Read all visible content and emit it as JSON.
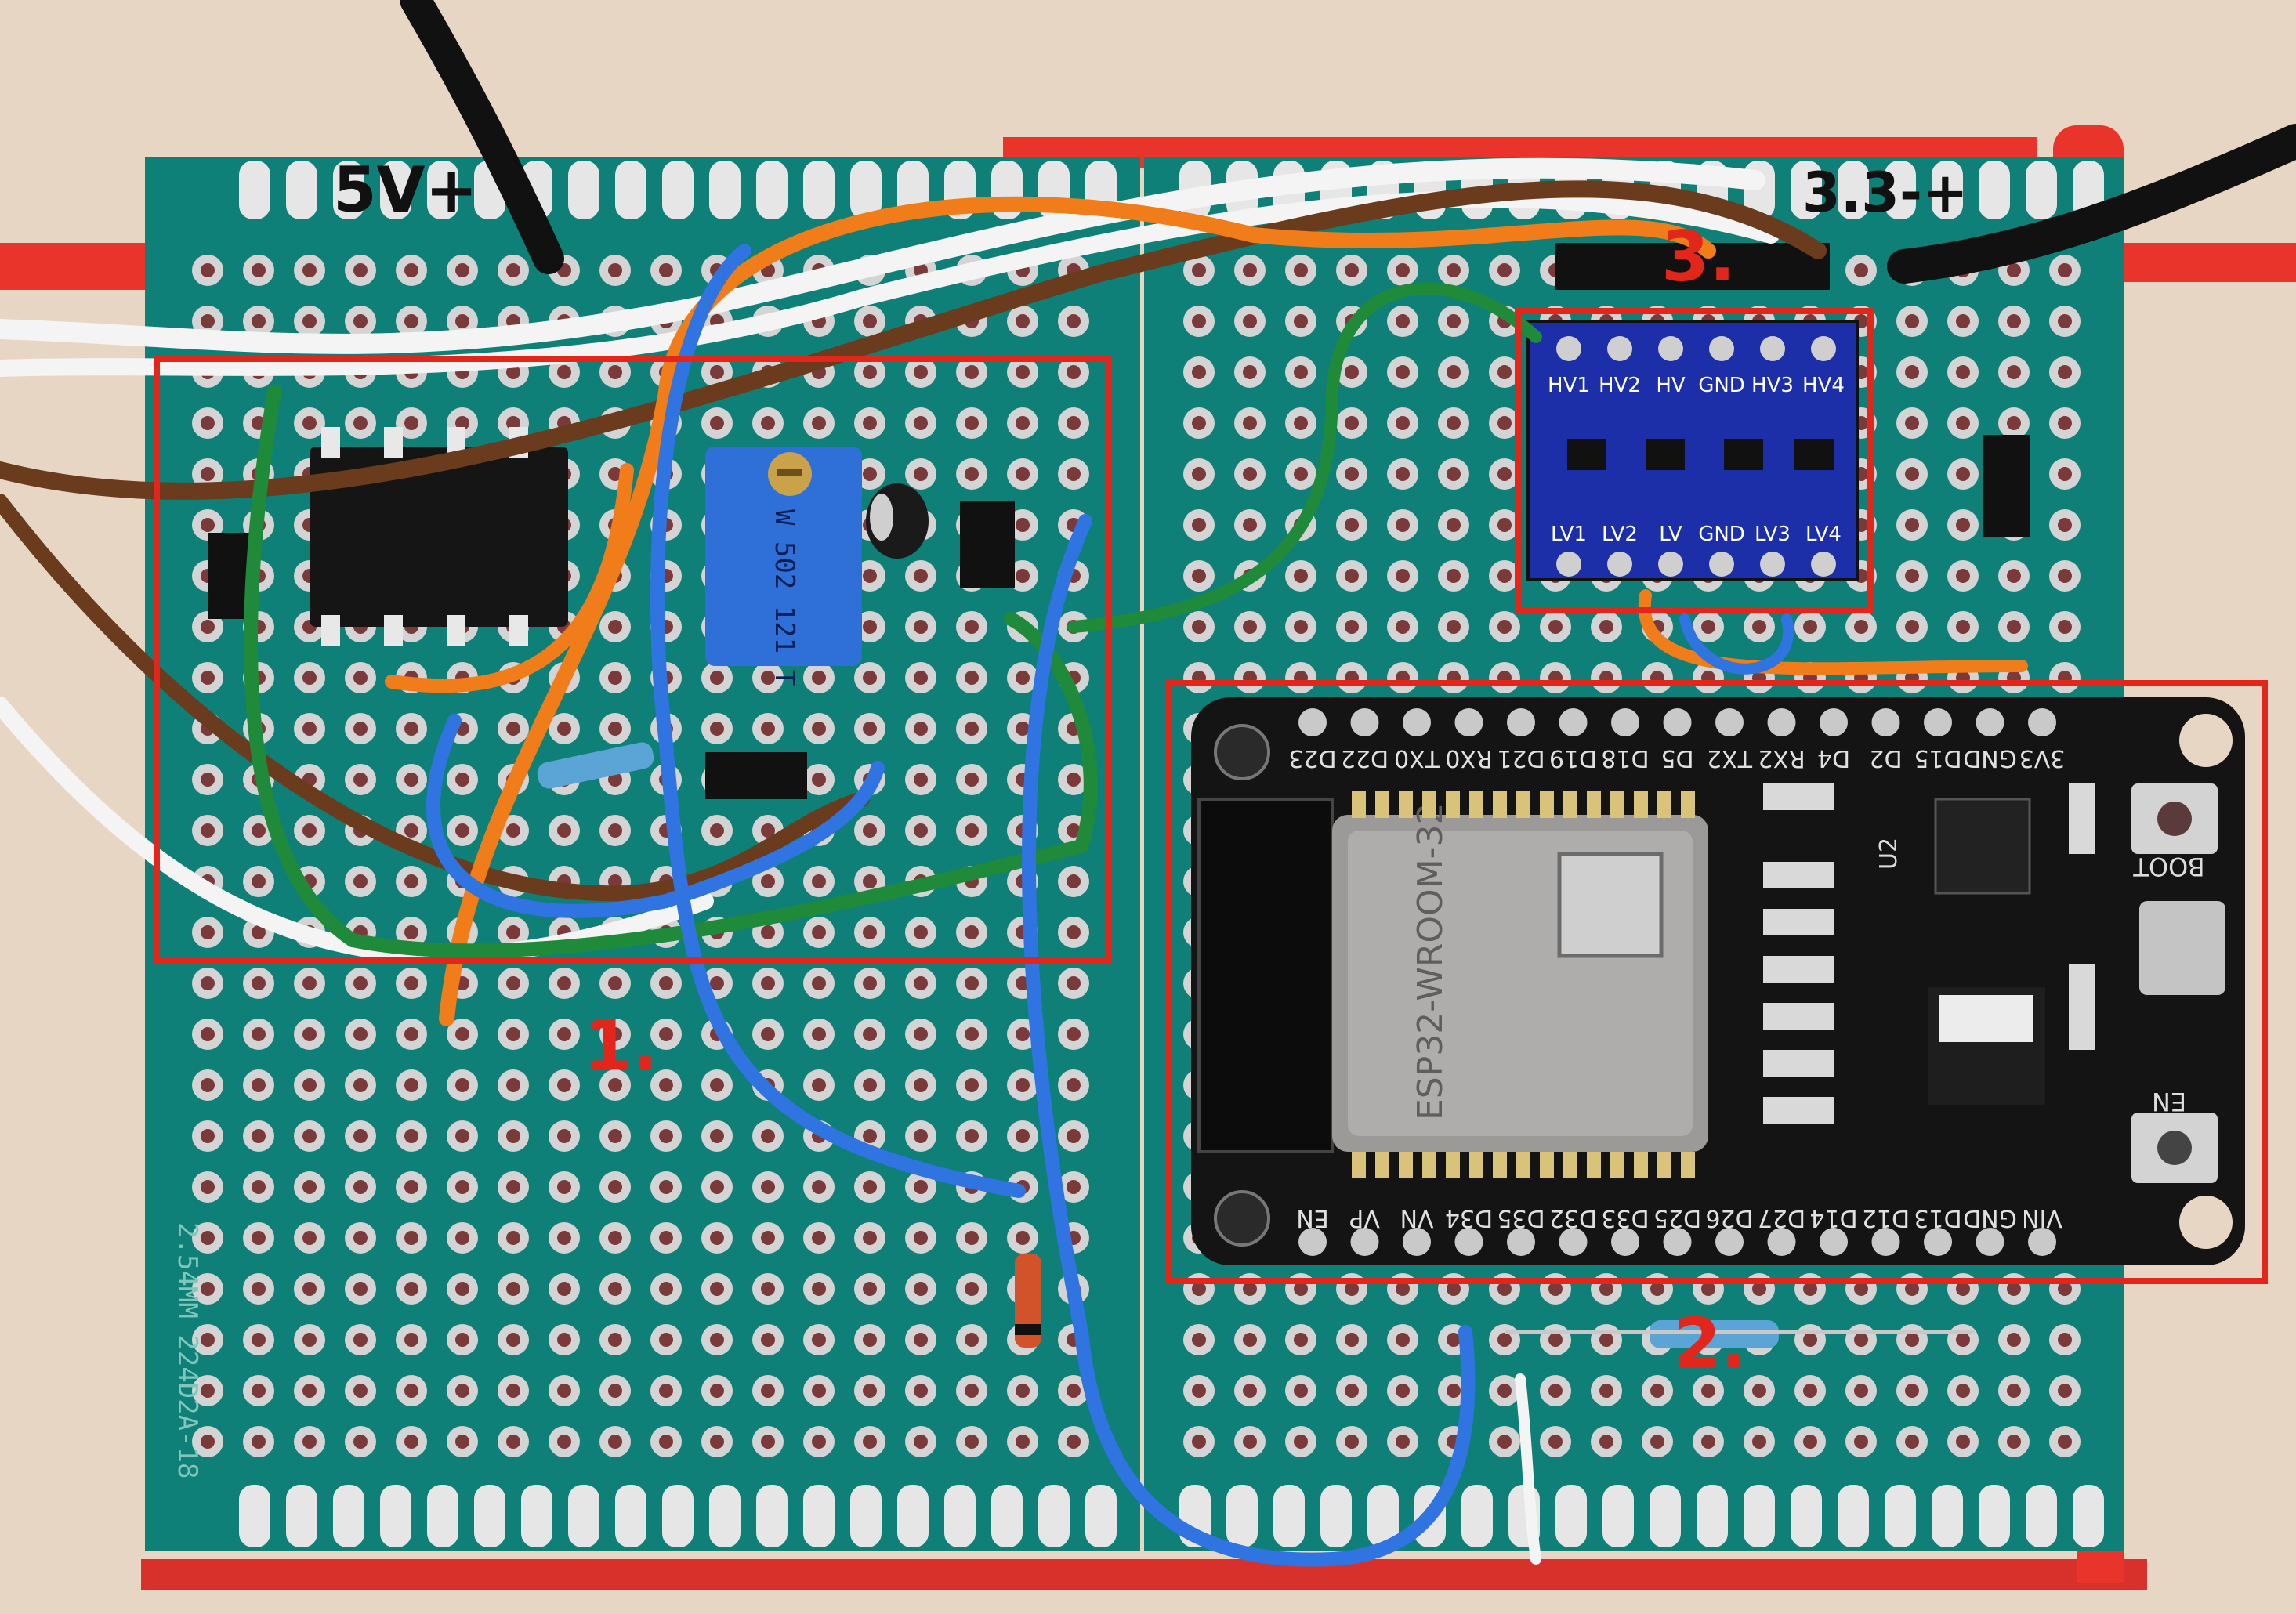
{
  "board": {
    "power_left_label": "5V+",
    "power_right_label": "3.3-+",
    "side_marking": "2.54MM 224D2A-18"
  },
  "trimmer": {
    "marking": "W 502 121 T"
  },
  "shifter": {
    "top_pins": [
      "HV1",
      "HV2",
      "HV",
      "GND",
      "HV3",
      "HV4"
    ],
    "bottom_pins": [
      "LV1",
      "LV2",
      "LV",
      "GND",
      "LV3",
      "LV4"
    ]
  },
  "esp32": {
    "module_name": "ESP32-WROOM-32",
    "top_pins": [
      "D23",
      "D22",
      "TX0",
      "RX0",
      "D21",
      "D19",
      "D18",
      "D5",
      "TX2",
      "RX2",
      "D4",
      "D2",
      "D15",
      "GND",
      "3V3"
    ],
    "bottom_pins": [
      "EN",
      "VP",
      "VN",
      "D34",
      "D35",
      "D32",
      "D33",
      "D25",
      "D26",
      "D27",
      "D14",
      "D12",
      "D13",
      "GND",
      "VIN"
    ],
    "boot_label": "BOOT",
    "en_label": "EN",
    "u2_label": "U2"
  },
  "annotations": {
    "box1": "1.",
    "box2": "2.",
    "box3": "3.",
    "color": "#e3261b"
  },
  "colors": {
    "pcb": "#0f8078",
    "esp_board": "#141414",
    "shifter_board": "#1d2fa8",
    "trimmer": "#2f6fd8"
  }
}
